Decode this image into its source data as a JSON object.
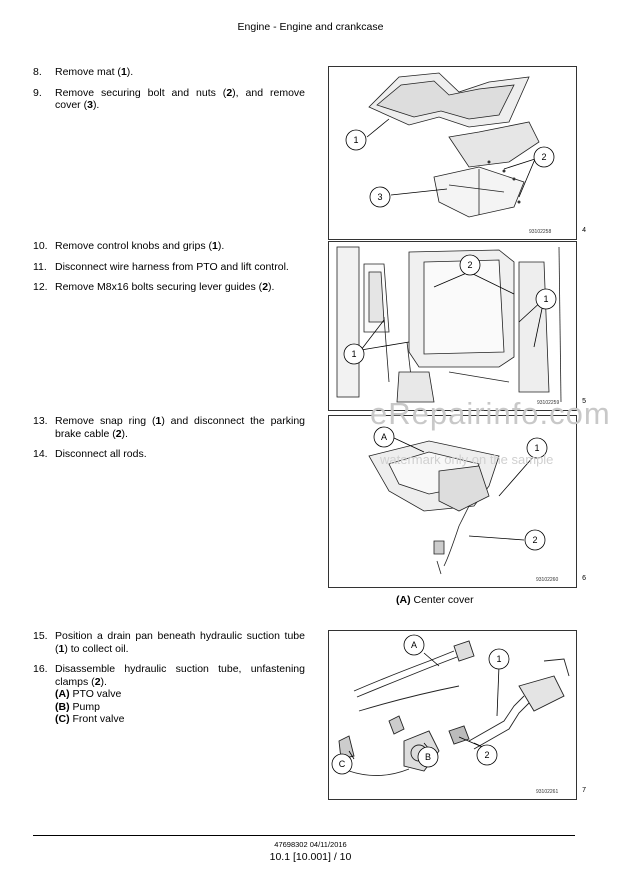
{
  "header": {
    "title": "Engine - Engine and crankcase"
  },
  "group1": {
    "steps": [
      {
        "num": "8.",
        "pre": "Remove mat (",
        "b1": "1",
        "post": ")."
      },
      {
        "num": "9.",
        "pre": "Remove securing bolt and nuts (",
        "b1": "2",
        "mid": "), and remove cover (",
        "b2": "3",
        "post": ")."
      }
    ],
    "figure": {
      "id": "93102258",
      "number": "4",
      "callouts": [
        "1",
        "2",
        "3"
      ]
    }
  },
  "group2": {
    "steps": [
      {
        "num": "10.",
        "pre": "Remove control knobs and grips (",
        "b1": "1",
        "post": ")."
      },
      {
        "num": "11.",
        "text": "Disconnect wire harness from PTO and lift control."
      },
      {
        "num": "12.",
        "pre": "Remove M8x16 bolts securing lever guides (",
        "b1": "2",
        "post": ")."
      }
    ],
    "figure": {
      "id": "93102259",
      "number": "5",
      "callouts": [
        "2",
        "1",
        "1"
      ]
    }
  },
  "group3": {
    "steps": [
      {
        "num": "13.",
        "pre": "Remove snap ring (",
        "b1": "1",
        "mid": ") and disconnect the parking brake cable (",
        "b2": "2",
        "post": ")."
      },
      {
        "num": "14.",
        "text": "Disconnect all rods."
      }
    ],
    "figure": {
      "id": "93102260",
      "number": "6",
      "callouts": [
        "A",
        "1",
        "2"
      ]
    },
    "caption": {
      "letter": "(A)",
      "text": " Center cover"
    }
  },
  "group4": {
    "steps": [
      {
        "num": "15.",
        "pre": "Position a drain pan beneath hydraulic suction tube (",
        "b1": "1",
        "post": ") to collect oil."
      },
      {
        "num": "16.",
        "pre": "Disassemble hydraulic suction tube, unfastening clamps (",
        "b1": "2",
        "post": ")."
      }
    ],
    "legend": [
      {
        "key": "(A)",
        "label": " PTO valve"
      },
      {
        "key": "(B)",
        "label": " Pump"
      },
      {
        "key": "(C)",
        "label": " Front valve"
      }
    ],
    "figure": {
      "id": "93102261",
      "number": "7",
      "callouts": [
        "A",
        "1",
        "B",
        "C",
        "2"
      ]
    }
  },
  "watermark": {
    "main": "eRepairinfo.com",
    "sub": "watermark only on the sample"
  },
  "footer": {
    "doc": "47698302 04/11/2016",
    "page": "10.1 [10.001] / 10"
  }
}
